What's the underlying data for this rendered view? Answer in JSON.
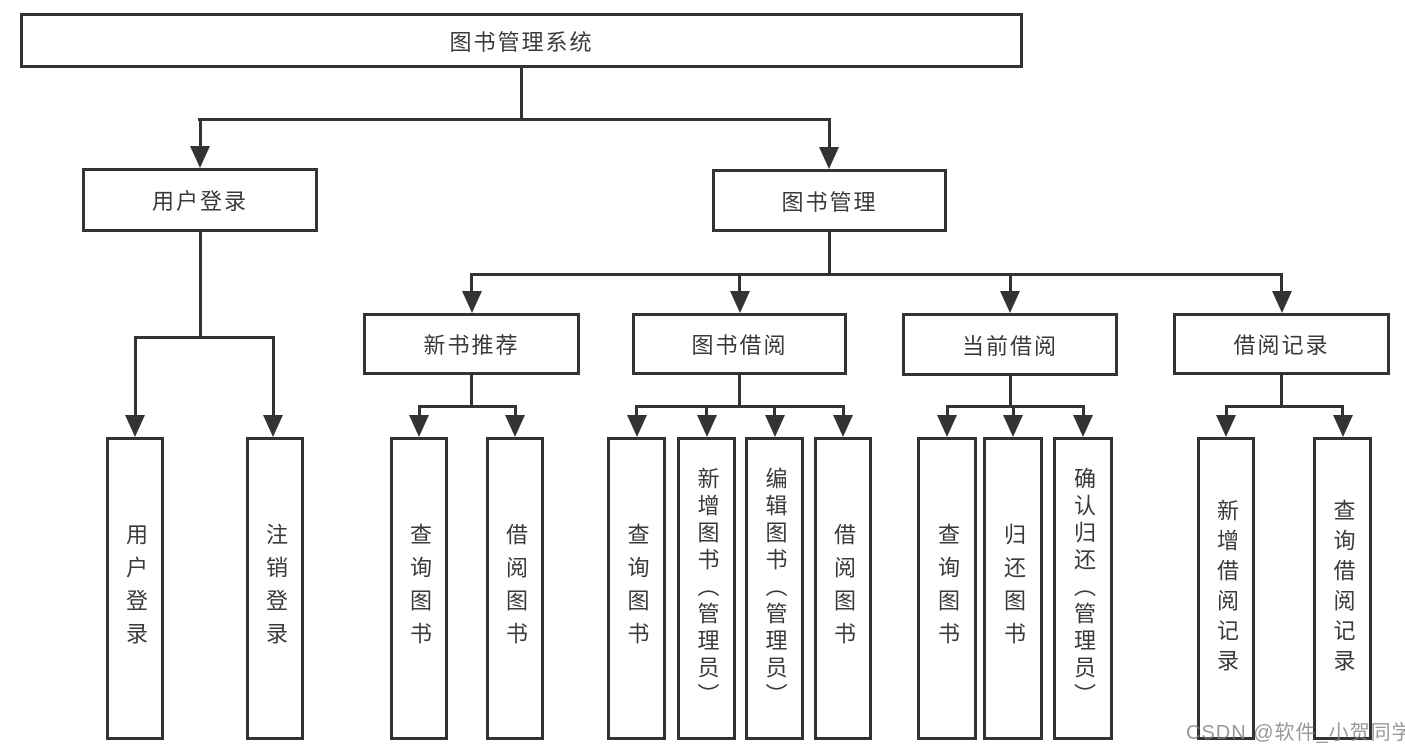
{
  "tree": {
    "root": "图书管理系统",
    "left": {
      "label": "用户登录",
      "children": [
        "用户登录",
        "注销登录"
      ]
    },
    "right": {
      "label": "图书管理",
      "groups": [
        {
          "label": "新书推荐",
          "children": [
            "查询图书",
            "借阅图书"
          ]
        },
        {
          "label": "图书借阅",
          "children": [
            "查询图书",
            "新增图书（管理员）",
            "编辑图书（管理员）",
            "借阅图书"
          ]
        },
        {
          "label": "当前借阅",
          "children": [
            "查询图书",
            "归还图书",
            "确认归还（管理员）"
          ]
        },
        {
          "label": "借阅记录",
          "children": [
            "新增借阅记录",
            "查询借阅记录"
          ]
        }
      ]
    }
  },
  "watermark": "CSDN @软件_小贺同学",
  "colors": {
    "line": "#333333",
    "text": "#3a3a3a",
    "background": "#ffffff",
    "watermark": "#808080"
  }
}
